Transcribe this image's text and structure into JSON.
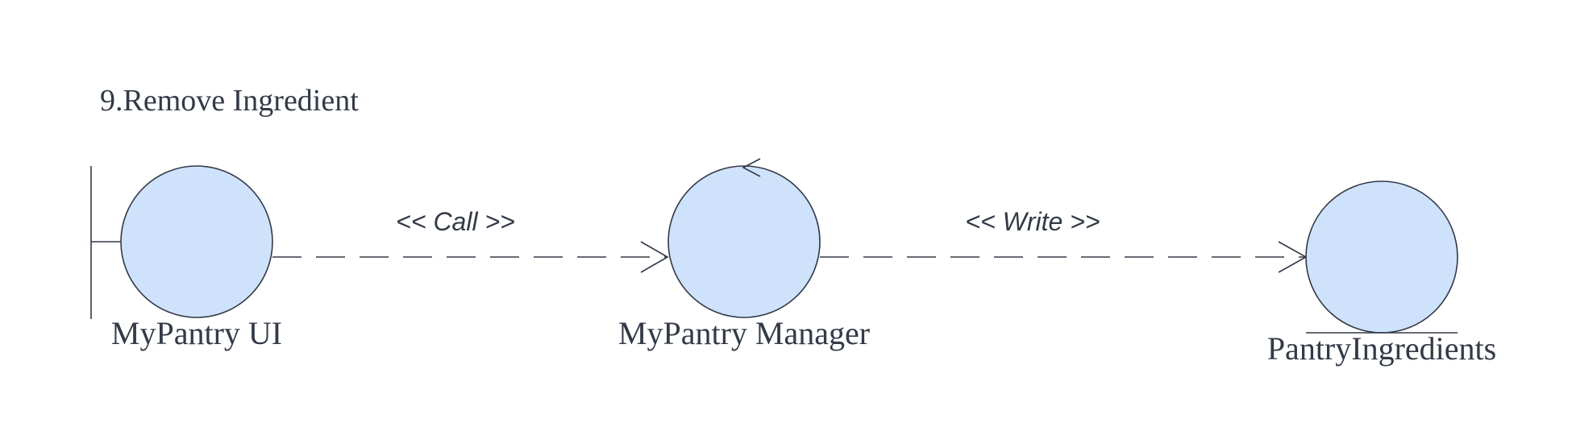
{
  "diagram": {
    "title": "9.Remove Ingredient",
    "nodes": [
      {
        "id": "boundary",
        "kind": "boundary",
        "label": "MyPantry UI"
      },
      {
        "id": "control",
        "kind": "control",
        "label": "MyPantry Manager"
      },
      {
        "id": "entity",
        "kind": "entity",
        "label": "PantryIngredients"
      }
    ],
    "edges": [
      {
        "from": "boundary",
        "to": "control",
        "label": "<< Call >>"
      },
      {
        "from": "control",
        "to": "entity",
        "label": "<< Write >>"
      }
    ],
    "colors": {
      "node_fill": "#cfe2fc",
      "stroke": "#333a47",
      "text": "#333a47"
    }
  }
}
